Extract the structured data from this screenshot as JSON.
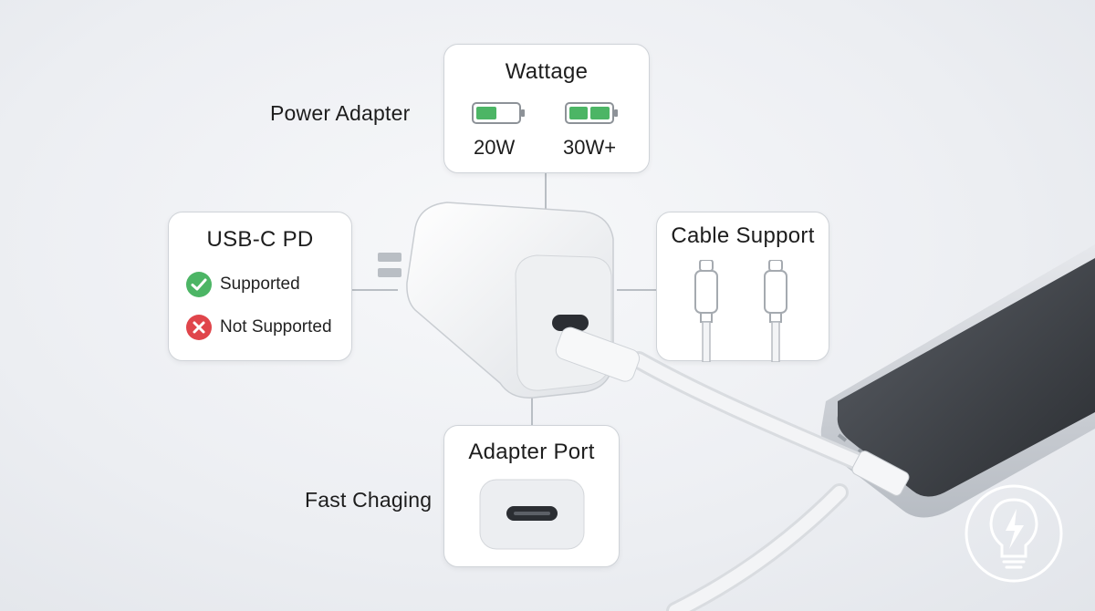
{
  "labels": {
    "power_adapter": "Power Adapter",
    "fast_charging": "Fast Chaging"
  },
  "wattage": {
    "title": "Wattage",
    "options": [
      {
        "label": "20W",
        "bars": 1
      },
      {
        "label": "30W+",
        "bars": 2
      }
    ],
    "battery_color": "#4cb565"
  },
  "usb_c_pd": {
    "title": "USB-C PD",
    "items": [
      {
        "label": "Supported",
        "status": "check",
        "color": "#4cb565"
      },
      {
        "label": "Not Supported",
        "status": "cross",
        "color": "#e0454b"
      }
    ]
  },
  "cable_support": {
    "title": "Cable Support"
  },
  "adapter_port": {
    "title": "Adapter Port"
  },
  "icons": {
    "charger": "power-adapter-icon",
    "phone": "smartphone-icon",
    "logo": "lightning-bulb-logo"
  }
}
